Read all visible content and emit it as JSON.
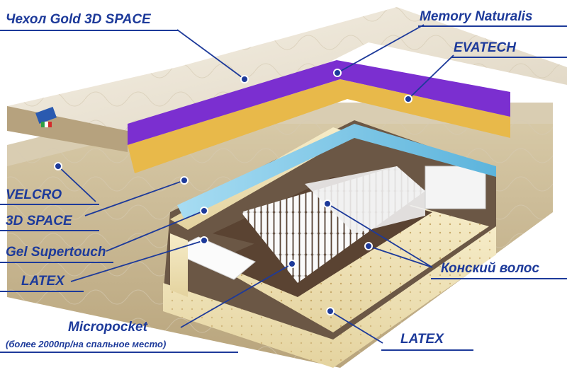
{
  "labels": {
    "cover": "Чехол Gold 3D SPACE",
    "memory": "Memory Naturalis",
    "evatech": "EVATECH",
    "velcro": "VELCRO",
    "space3d": "3D SPACE",
    "gel": "Gel Supertouch",
    "latex_left": "LATEX",
    "horsehair": "Конский волос",
    "micropocket": "Micropocket",
    "micropocket_note": "(более 2000пр/на спальное место)",
    "latex_bottom": "LATEX"
  },
  "colors": {
    "label_text": "#1d3a9a",
    "callout_line": "#1d3a9a",
    "memory_foam": "#7b2fd0",
    "evatech_foam": "#e8b94a",
    "gel_layer": "#7fc8e8",
    "latex": "#efe2b8",
    "horsehair": "#5a4332",
    "cover_fabric": "#ece5d6",
    "edge_trim": "#b6a27e"
  }
}
